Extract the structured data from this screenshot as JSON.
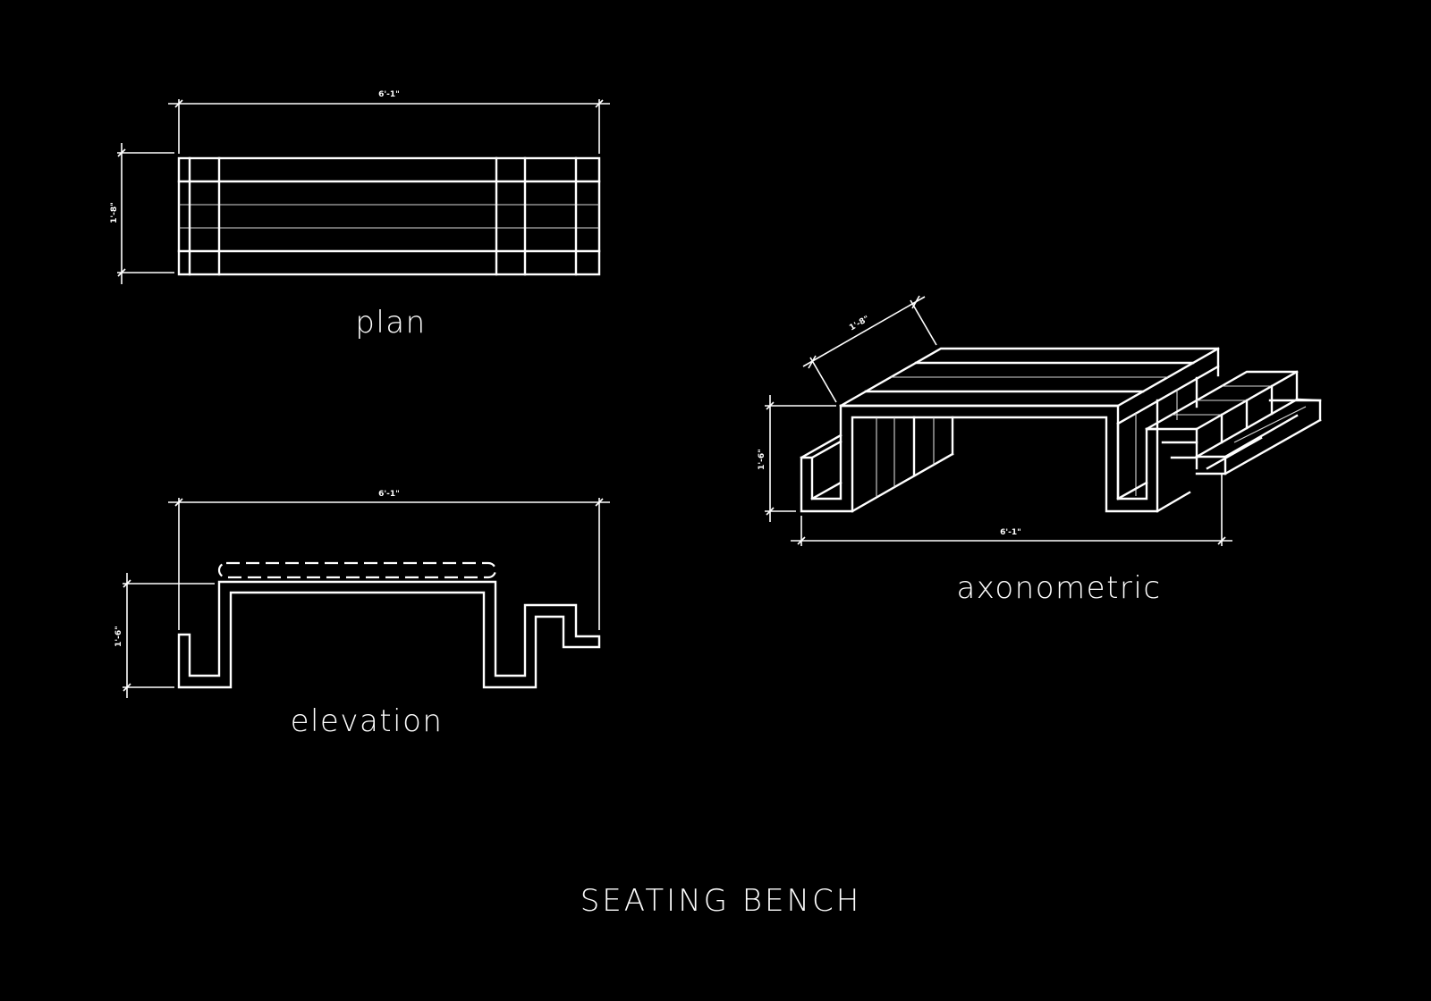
{
  "drawing": {
    "title": "SEATING BENCH",
    "background": "#000000",
    "line_color": "#ffffff"
  },
  "plan": {
    "label": "plan",
    "dim_length": "6'-1\"",
    "dim_width": "1'-8\""
  },
  "elevation": {
    "label": "elevation",
    "dim_length": "6'-1\"",
    "dim_height": "1'-6\""
  },
  "axonometric": {
    "label": "axonometric",
    "dim_length": "6'-1\"",
    "dim_width": "1'-8\"",
    "dim_height": "1'-6\""
  }
}
